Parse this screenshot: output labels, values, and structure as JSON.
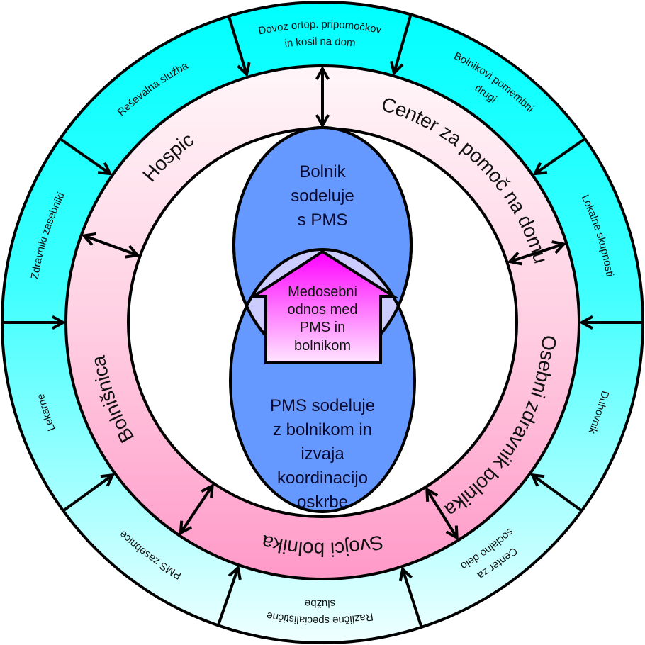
{
  "outer_ring": {
    "segments": [
      {
        "id": "lokalne",
        "lines": [
          "Lokalne skupnosti"
        ]
      },
      {
        "id": "bolnikovi",
        "lines": [
          "Bolnikovi pomembni",
          "drugi"
        ]
      },
      {
        "id": "dovoz",
        "lines": [
          "Dovoz ortop. pripomočkov",
          "in kosil na dom"
        ]
      },
      {
        "id": "resevalna",
        "lines": [
          "Reševalna služba"
        ]
      },
      {
        "id": "zdravniki",
        "lines": [
          "Zdravniki zasebniki"
        ]
      },
      {
        "id": "lekarne",
        "lines": [
          "Lekarne"
        ]
      },
      {
        "id": "pms-zasebnice",
        "lines": [
          "PMS zasebnice"
        ]
      },
      {
        "id": "razlicne",
        "lines": [
          "Različne specialistične",
          "službe"
        ]
      },
      {
        "id": "center-socialno",
        "lines": [
          "Center za",
          "socialno delo"
        ]
      },
      {
        "id": "duhovnik",
        "lines": [
          "Duhovnik"
        ]
      }
    ],
    "colors": {
      "top": "#00ffff",
      "bottom": "#f0ffff"
    }
  },
  "middle_ring": {
    "labels": [
      "Hospic",
      "Center za pomoč na domu",
      "Osebni zdravnik bolnika",
      "Svojci bolnika",
      "Bolnišnica"
    ],
    "colors": {
      "top": "#fff6f9",
      "bottom": "#ff99c8"
    }
  },
  "center": {
    "top_ellipse": [
      "Bolnik",
      "sodeluje",
      "s PMS"
    ],
    "bottom_ellipse": [
      "PMS sodeluje",
      "z bolnikom in",
      "izvaja",
      "koordinacijo",
      "oskrbe"
    ],
    "house": [
      "Medosebni",
      "odnos med",
      "PMS in",
      "bolnikom"
    ],
    "colors": {
      "ellipse": "#6699ff",
      "overlap": "#ccccff",
      "house_top": "#ff00ff",
      "house_bottom": "#ffe6ff"
    }
  }
}
